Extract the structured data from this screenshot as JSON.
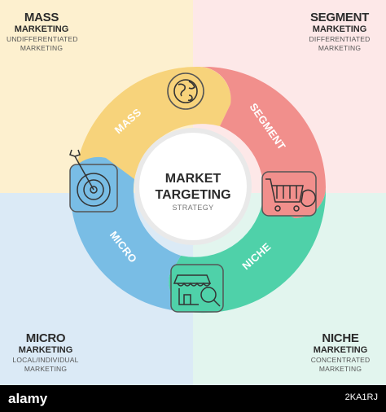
{
  "center": {
    "title_line1": "MARKET",
    "title_line2": "TARGETING",
    "subtitle": "STRATEGY"
  },
  "segments": [
    {
      "label": "MASS",
      "color": "#f7d37b",
      "icon": "globe-icon"
    },
    {
      "label": "SEGMENT",
      "color": "#f18f8c",
      "icon": "shopping-cart-icon"
    },
    {
      "label": "NICHE",
      "color": "#4fd1a9",
      "icon": "store-search-icon"
    },
    {
      "label": "MICRO",
      "color": "#79bde5",
      "icon": "target-dart-icon"
    }
  ],
  "corners": {
    "top_left": {
      "title": "MASS",
      "subtitle": "MARKETING",
      "desc": "UNDIFFERENTIATED MARKETING"
    },
    "top_right": {
      "title": "SEGMENT",
      "subtitle": "MARKETING",
      "desc": "DIFFERENTIATED MARKETING"
    },
    "bottom_left": {
      "title": "MICRO",
      "subtitle": "MARKETING",
      "desc": "LOCAL/INDIVIDUAL MARKETING"
    },
    "bottom_right": {
      "title": "NICHE",
      "subtitle": "MARKETING",
      "desc": "CONCENTRATED MARKETING"
    }
  },
  "quadrant_colors": {
    "top_left": "#fdf0cf",
    "top_right": "#fde8e8",
    "bottom_left": "#dbeaf6",
    "bottom_right": "#e2f5ee"
  },
  "footer": {
    "brand": "alamy",
    "code": "2KA1RJ"
  }
}
